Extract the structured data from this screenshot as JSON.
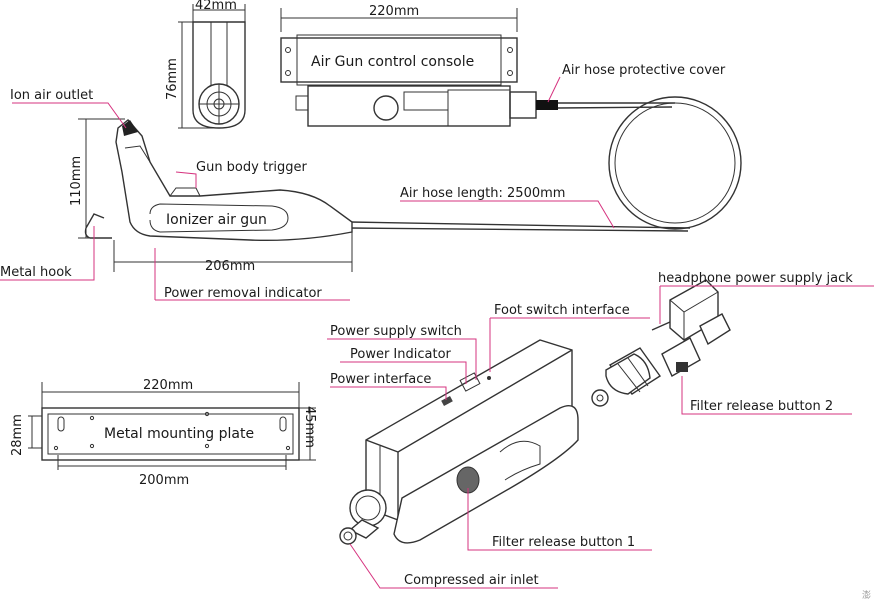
{
  "dimensions": {
    "gun_head_width": "42mm",
    "gun_head_height": "76mm",
    "console_width": "220mm",
    "gun_height": "110mm",
    "gun_length": "206mm",
    "plate_length": "220mm",
    "plate_hole_spacing": "200mm",
    "plate_height": "28mm",
    "plate_depth": "45mm"
  },
  "components": {
    "console": "Air Gun control console",
    "gun": "Ionizer air gun",
    "plate": "Metal mounting plate"
  },
  "callouts": {
    "ion_air_outlet": "Ion air outlet",
    "gun_body_trigger": "Gun body trigger",
    "metal_hook": "Metal hook",
    "power_removal_indicator": "Power removal indicator",
    "air_hose_cover": "Air hose protective cover",
    "air_hose_length": "Air hose length: 2500mm",
    "headphone_jack": "headphone power supply jack",
    "foot_switch": "Foot switch interface",
    "power_switch": "Power supply switch",
    "power_indicator": "Power Indicator",
    "power_interface": "Power interface",
    "filter_release_2": "Filter release button 2",
    "filter_release_1": "Filter release button 1",
    "compressed_air_inlet": "Compressed air inlet"
  },
  "watermark": "澎",
  "colors": {
    "leader": "#d6337f",
    "line": "#333333"
  }
}
